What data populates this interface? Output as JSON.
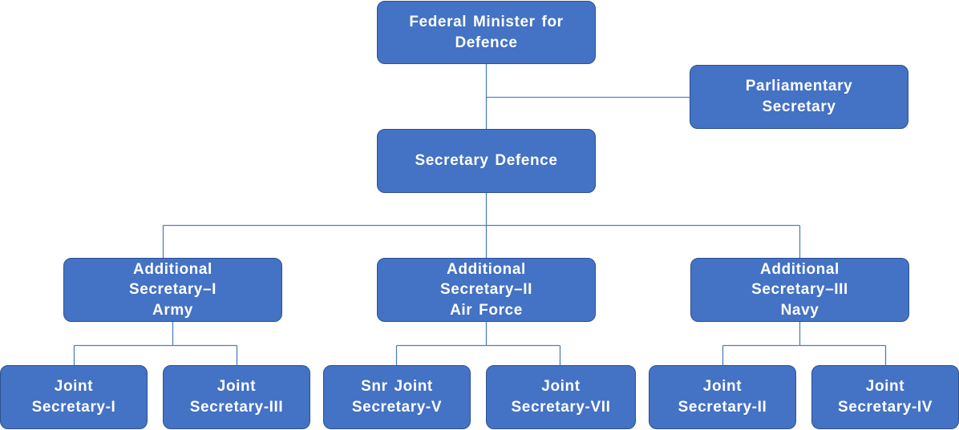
{
  "nodes": {
    "federal_minister": [
      "Federal Minister for",
      "Defence"
    ],
    "parliamentary_secretary": [
      "Parliamentary",
      "Secretary"
    ],
    "secretary_defence": [
      "Secretary Defence"
    ],
    "additional_secretary_1": [
      "Additional",
      "Secretary–I",
      "Army"
    ],
    "additional_secretary_2": [
      "Additional",
      "Secretary–II",
      "Air Force"
    ],
    "additional_secretary_3": [
      "Additional",
      "Secretary–III",
      "Navy"
    ],
    "joint_secretary_1": [
      "Joint",
      "Secretary-I"
    ],
    "joint_secretary_3": [
      "Joint",
      "Secretary-III"
    ],
    "snr_joint_secretary_5": [
      "Snr Joint",
      "Secretary-V"
    ],
    "joint_secretary_7": [
      "Joint",
      "Secretary-VII"
    ],
    "joint_secretary_2": [
      "Joint",
      "Secretary-II"
    ],
    "joint_secretary_4": [
      "Joint",
      "Secretary-IV"
    ]
  },
  "colors": {
    "box_fill": "#4472C4",
    "box_border": "#2F528F",
    "connector": "#4F7FBF",
    "text": "#FFFFFF"
  }
}
